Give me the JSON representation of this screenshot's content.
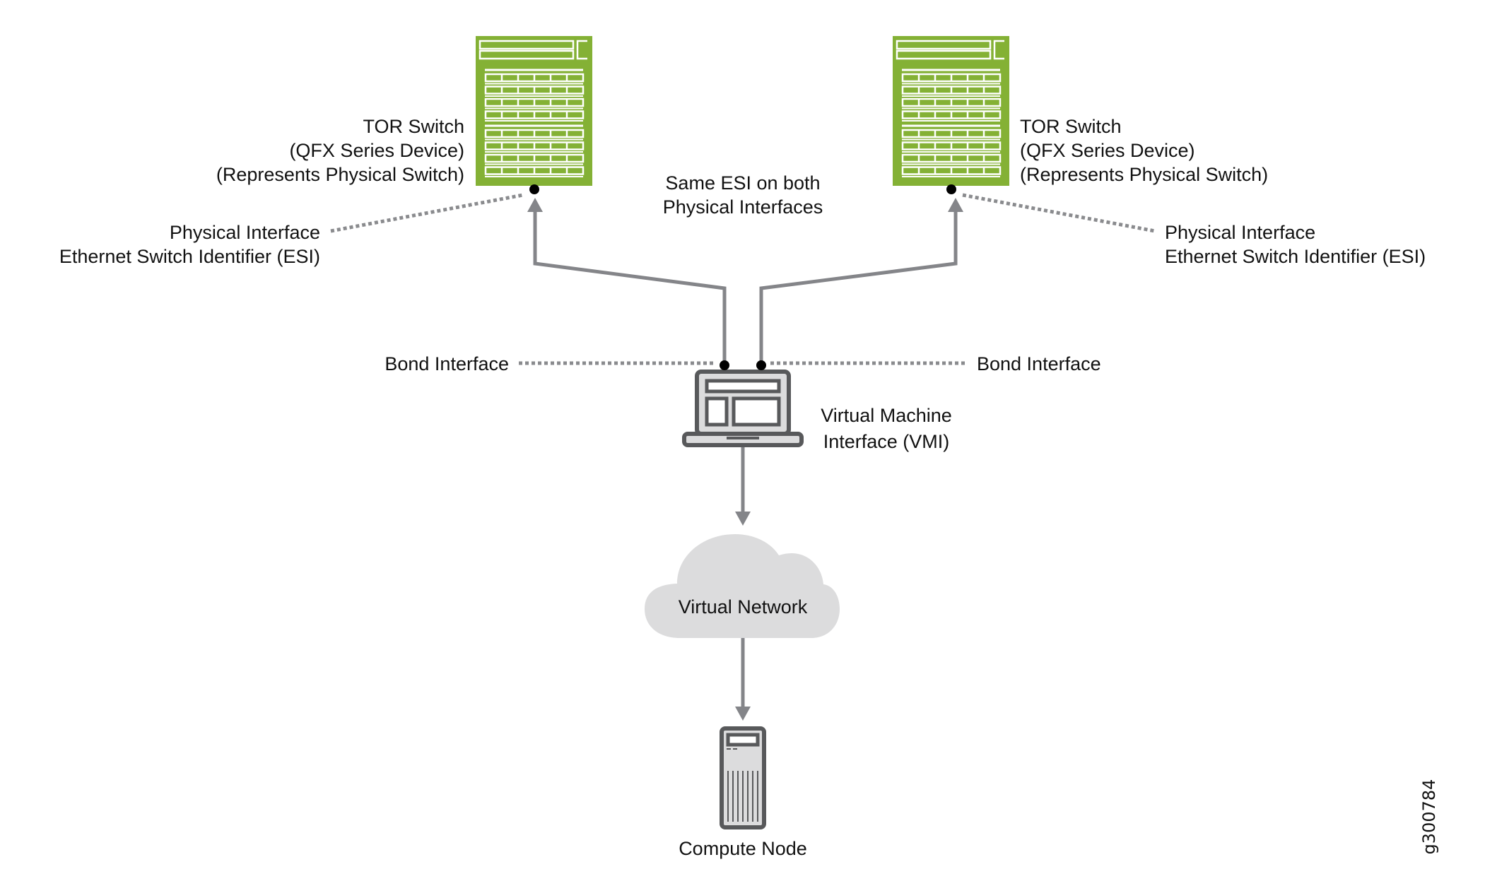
{
  "figure_id": "g300784",
  "colors": {
    "switch_green": "#84b135",
    "connector_gray": "#848589",
    "device_gray": "#dcdcdd",
    "device_outline": "#58595b",
    "port_black": "#000000"
  },
  "left_switch": {
    "icon": "network-switch-icon",
    "label_lines": [
      "TOR Switch",
      "(QFX Series Device)",
      "(Represents Physical Switch)"
    ]
  },
  "right_switch": {
    "icon": "network-switch-icon",
    "label_lines": [
      "TOR Switch",
      "(QFX Series Device)",
      "(Represents Physical Switch)"
    ]
  },
  "left_physical_interface": {
    "label_lines": [
      "Physical Interface",
      "Ethernet Switch Identifier (ESI)"
    ]
  },
  "right_physical_interface": {
    "label_lines": [
      "Physical Interface",
      "Ethernet Switch Identifier (ESI)"
    ]
  },
  "center_note": {
    "label_lines": [
      "Same ESI on both",
      "Physical Interfaces"
    ]
  },
  "left_bond": {
    "label": "Bond Interface"
  },
  "right_bond": {
    "label": "Bond Interface"
  },
  "vmi": {
    "icon": "laptop-icon",
    "label_lines": [
      "Virtual Machine",
      "Interface (VMI)"
    ]
  },
  "virtual_network": {
    "icon": "cloud-icon",
    "label": "Virtual Network"
  },
  "compute_node": {
    "icon": "server-tower-icon",
    "label": "Compute Node"
  },
  "connections": [
    {
      "from": "vmi",
      "to": "left_switch",
      "style": "solid-arrow"
    },
    {
      "from": "vmi",
      "to": "right_switch",
      "style": "solid-arrow"
    },
    {
      "from": "vmi",
      "to": "virtual_network",
      "style": "solid-arrow"
    },
    {
      "from": "virtual_network",
      "to": "compute_node",
      "style": "solid-arrow"
    },
    {
      "from": "left_physical_interface",
      "to": "left_switch_port",
      "style": "dotted-callout"
    },
    {
      "from": "right_physical_interface",
      "to": "right_switch_port",
      "style": "dotted-callout"
    },
    {
      "from": "left_bond",
      "to": "vmi_port_left",
      "style": "dotted-callout"
    },
    {
      "from": "right_bond",
      "to": "vmi_port_right",
      "style": "dotted-callout"
    }
  ]
}
